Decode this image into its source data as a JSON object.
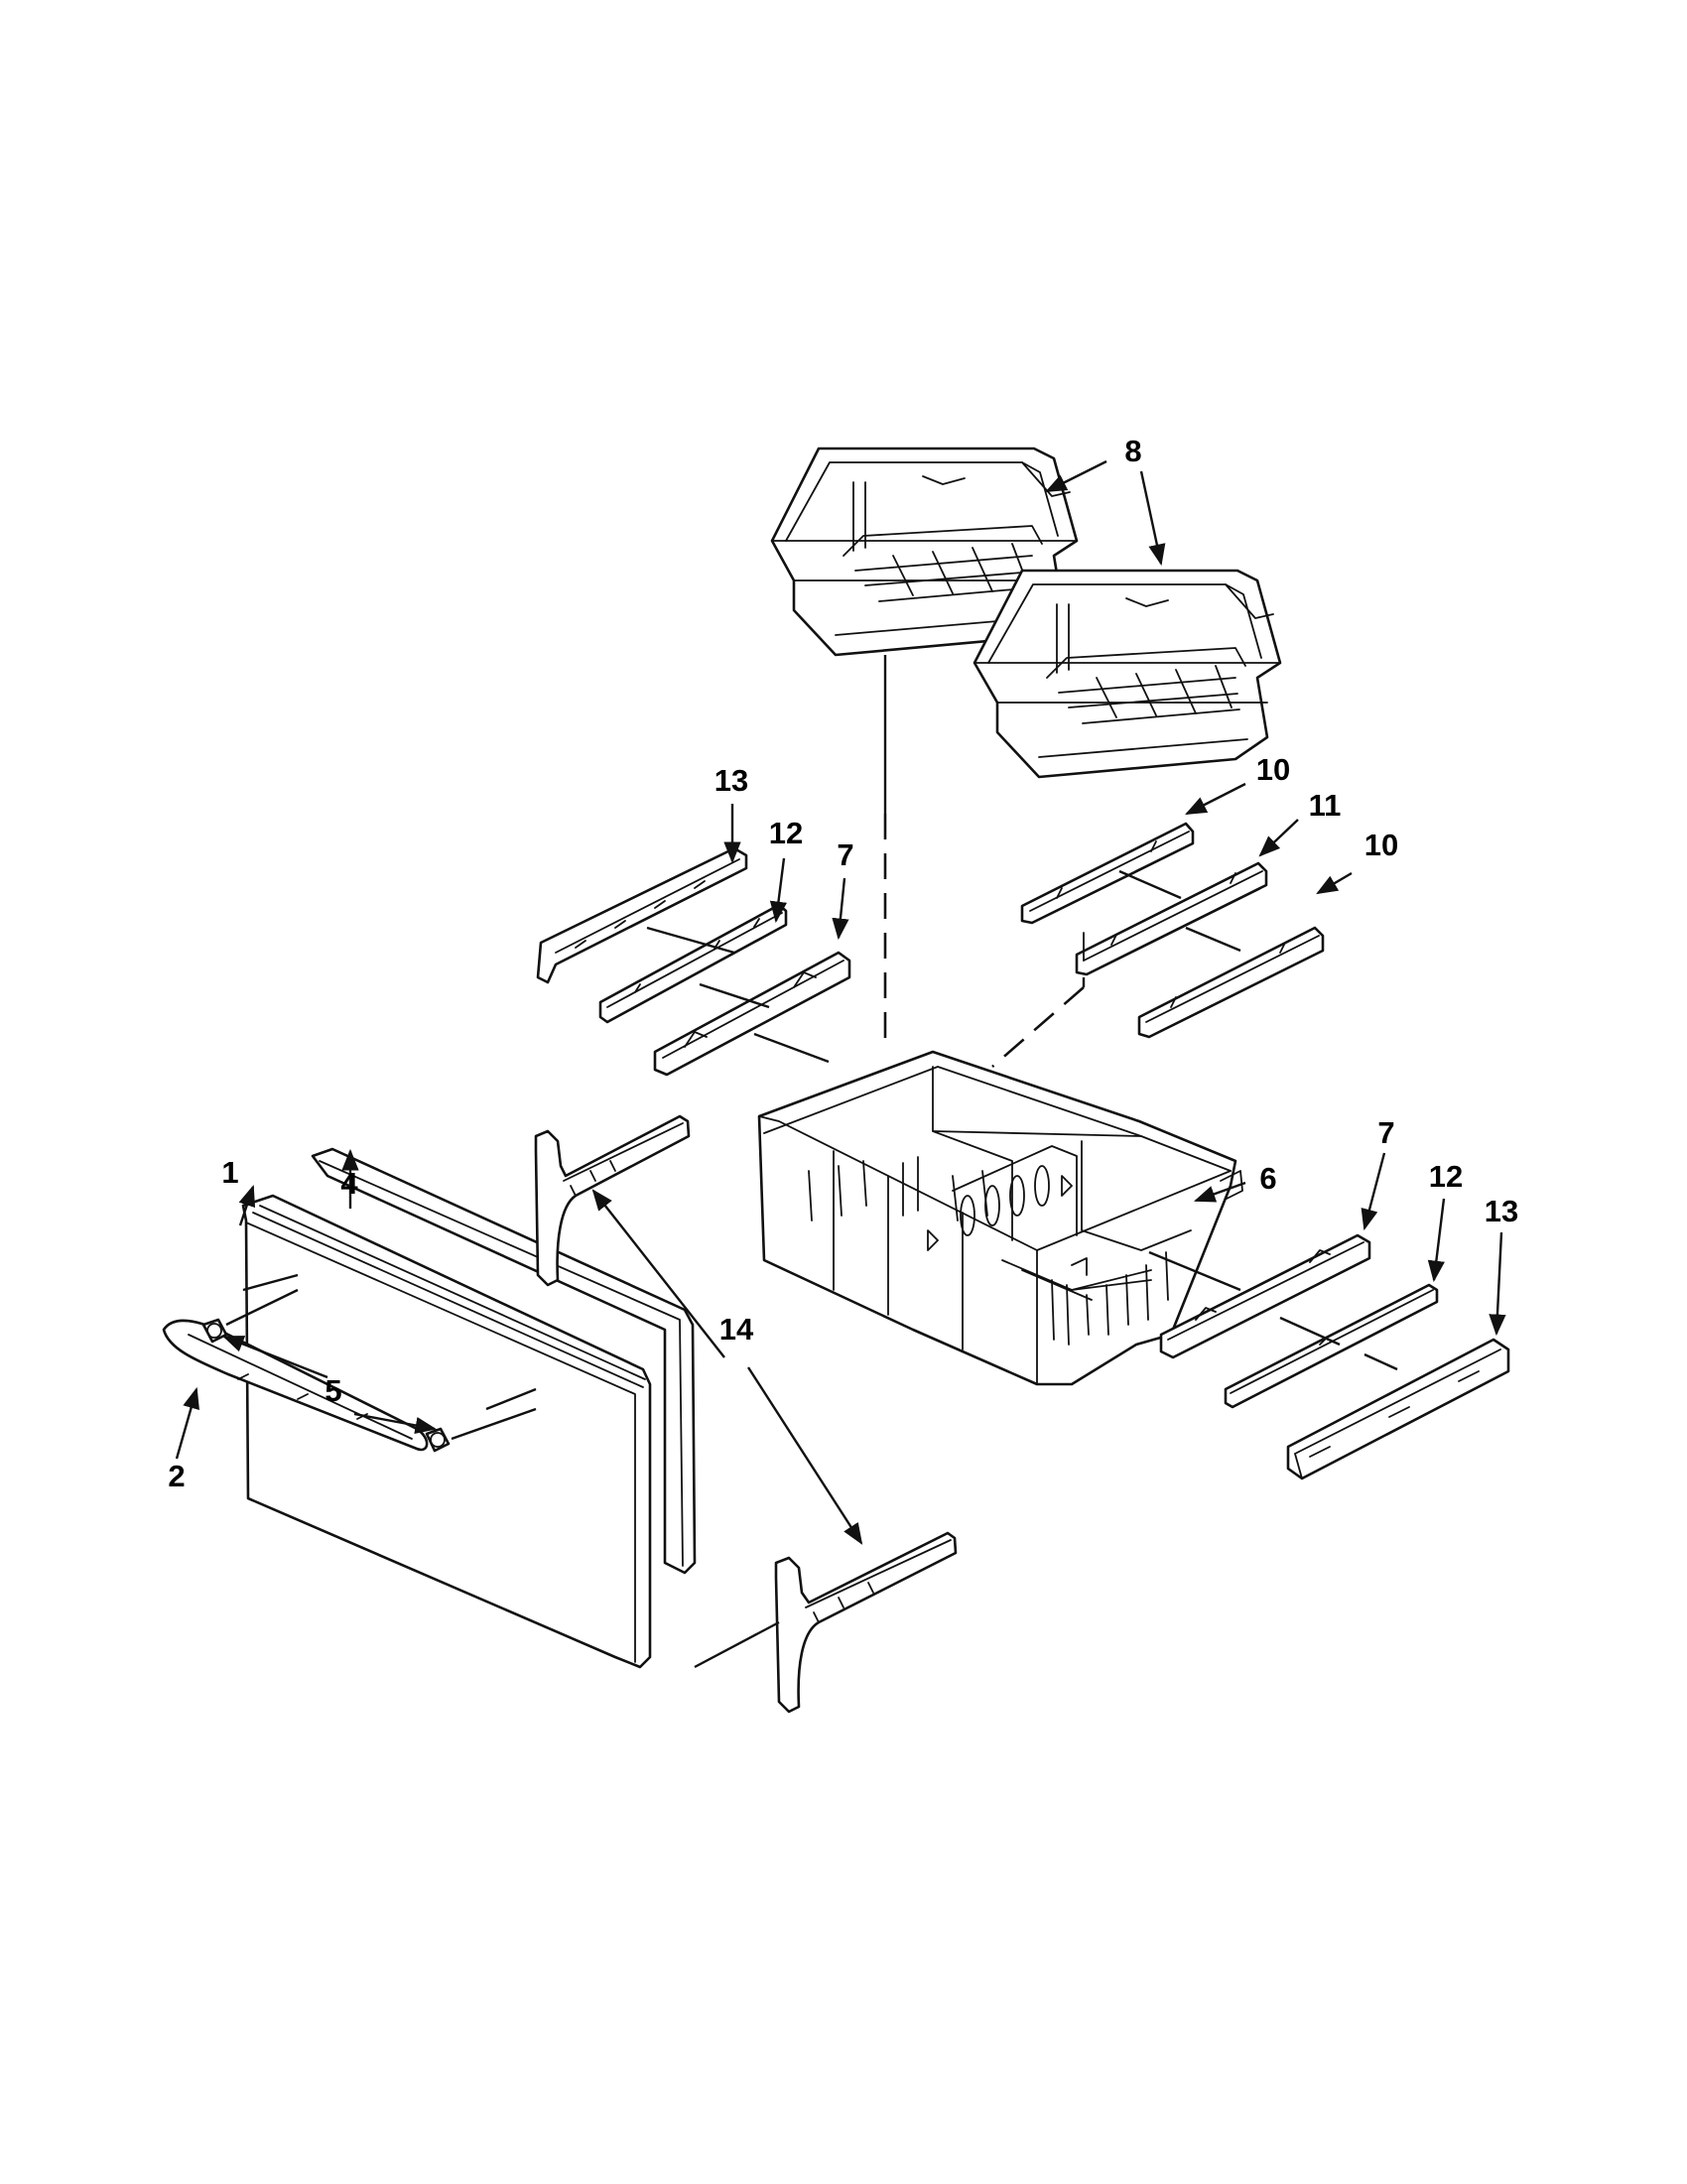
{
  "callouts": [
    {
      "id": "c1",
      "label": "1"
    },
    {
      "id": "c2",
      "label": "2"
    },
    {
      "id": "c4",
      "label": "4"
    },
    {
      "id": "c5",
      "label": "5"
    },
    {
      "id": "c6",
      "label": "6"
    },
    {
      "id": "c7a",
      "label": "7"
    },
    {
      "id": "c7b",
      "label": "7"
    },
    {
      "id": "c8a",
      "label": "8"
    },
    {
      "id": "c8b",
      "label": "8"
    },
    {
      "id": "c10a",
      "label": "10"
    },
    {
      "id": "c10b",
      "label": "10"
    },
    {
      "id": "c11",
      "label": "11"
    },
    {
      "id": "c12a",
      "label": "12"
    },
    {
      "id": "c12b",
      "label": "12"
    },
    {
      "id": "c13a",
      "label": "13"
    },
    {
      "id": "c13b",
      "label": "13"
    },
    {
      "id": "c14",
      "label": "14"
    }
  ]
}
